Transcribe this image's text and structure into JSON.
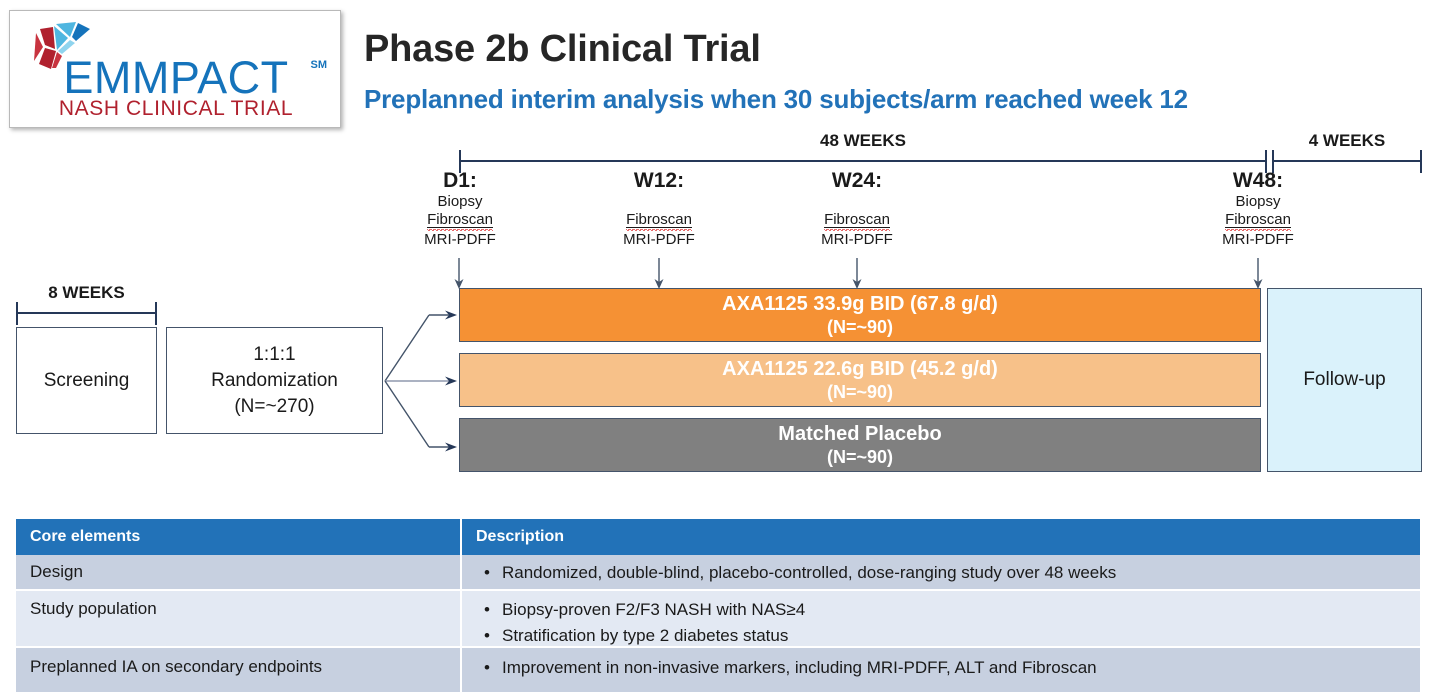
{
  "logo": {
    "wordmark": "EMMPACT",
    "sm": "SM",
    "subtitle": "NASH CLINICAL TRIAL",
    "icon": "emmpact-liver-logo",
    "blue": "#1573bb",
    "red": "#b0212e"
  },
  "header": {
    "title": "Phase 2b Clinical Trial",
    "subtitle": "Preplanned interim analysis when 30 subjects/arm reached week 12",
    "title_color": "#262626",
    "subtitle_color": "#2272B8"
  },
  "brackets": {
    "weeks_8": "8 WEEKS",
    "weeks_48": "48 WEEKS",
    "weeks_4": "4 WEEKS"
  },
  "visits": [
    {
      "label": "D1:",
      "lines": [
        "Biopsy",
        "Fibroscan",
        "MRI-PDFF"
      ],
      "misspelled": "Fibroscan"
    },
    {
      "label": "W12:",
      "lines": [
        "Fibroscan",
        "MRI-PDFF"
      ],
      "misspelled": "Fibroscan"
    },
    {
      "label": "W24:",
      "lines": [
        "Fibroscan",
        "MRI-PDFF"
      ],
      "misspelled": "Fibroscan"
    },
    {
      "label": "W48:",
      "lines": [
        "Biopsy",
        "Fibroscan",
        "MRI-PDFF"
      ],
      "misspelled": "Fibroscan"
    }
  ],
  "flow": {
    "screening": "Screening",
    "randomization_l1": "1:1:1",
    "randomization_l2": "Randomization",
    "randomization_l3": "(N=~270)",
    "followup": "Follow-up"
  },
  "arms": [
    {
      "name": "AXA1125 33.9g BID (67.8 g/d)",
      "n": "(N=~90)",
      "color": "#F59134"
    },
    {
      "name": "AXA1125 22.6g BID (45.2 g/d)",
      "n": "(N=~90)",
      "color": "#F7C189"
    },
    {
      "name": "Matched Placebo",
      "n": "(N=~90)",
      "color": "#808080"
    }
  ],
  "table": {
    "header": {
      "col1": "Core elements",
      "col2": "Description",
      "bg": "#2272B8"
    },
    "rows": [
      {
        "element": "Design",
        "bullets": [
          "Randomized, double-blind, placebo-controlled, dose-ranging study over 48 weeks"
        ],
        "bg": "#C7D0E0"
      },
      {
        "element": "Study population",
        "bullets": [
          "Biopsy-proven F2/F3 NASH with NAS≥4",
          "Stratification by type 2 diabetes status"
        ],
        "bg": "#E3E9F3"
      },
      {
        "element": "Preplanned IA on secondary endpoints",
        "bullets": [
          "Improvement in non-invasive markers, including MRI-PDFF, ALT and Fibroscan"
        ],
        "bg": "#C7D0E0"
      }
    ]
  }
}
